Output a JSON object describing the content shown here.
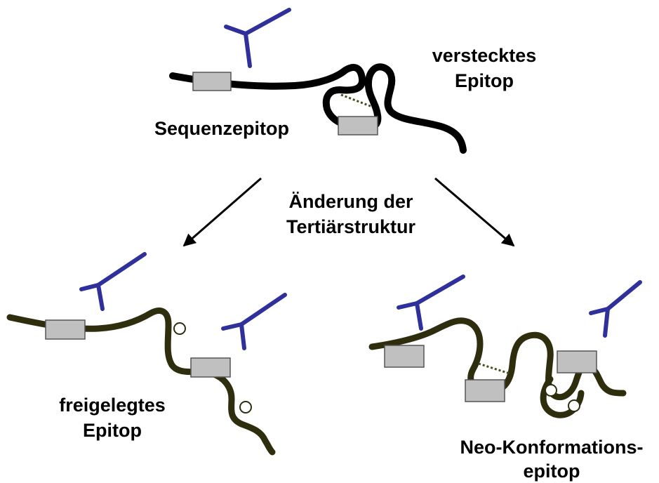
{
  "labels": {
    "hidden_epitope_line1": "verstecktes",
    "hidden_epitope_line2": "Epitop",
    "sequence_epitope": "Sequenzepitop",
    "change_line1": "Änderung der",
    "change_line2": "Tertiärstruktur",
    "exposed_epitope_line1": "freigelegtes",
    "exposed_epitope_line2": "Epitop",
    "neo_epitope_line1": "Neo-Konformations-",
    "neo_epitope_line2": "epitop"
  },
  "colors": {
    "native_chain": "#000000",
    "changed_chain": "#2e2e0f",
    "antibody": "#30309a",
    "epitope_box": "#c0c0c0",
    "epitope_box_border": "#555555",
    "disulfide_link": "#4a4a20",
    "arrow": "#000000"
  },
  "icons": [
    "antibody-icon",
    "epitope-box",
    "arrow"
  ]
}
